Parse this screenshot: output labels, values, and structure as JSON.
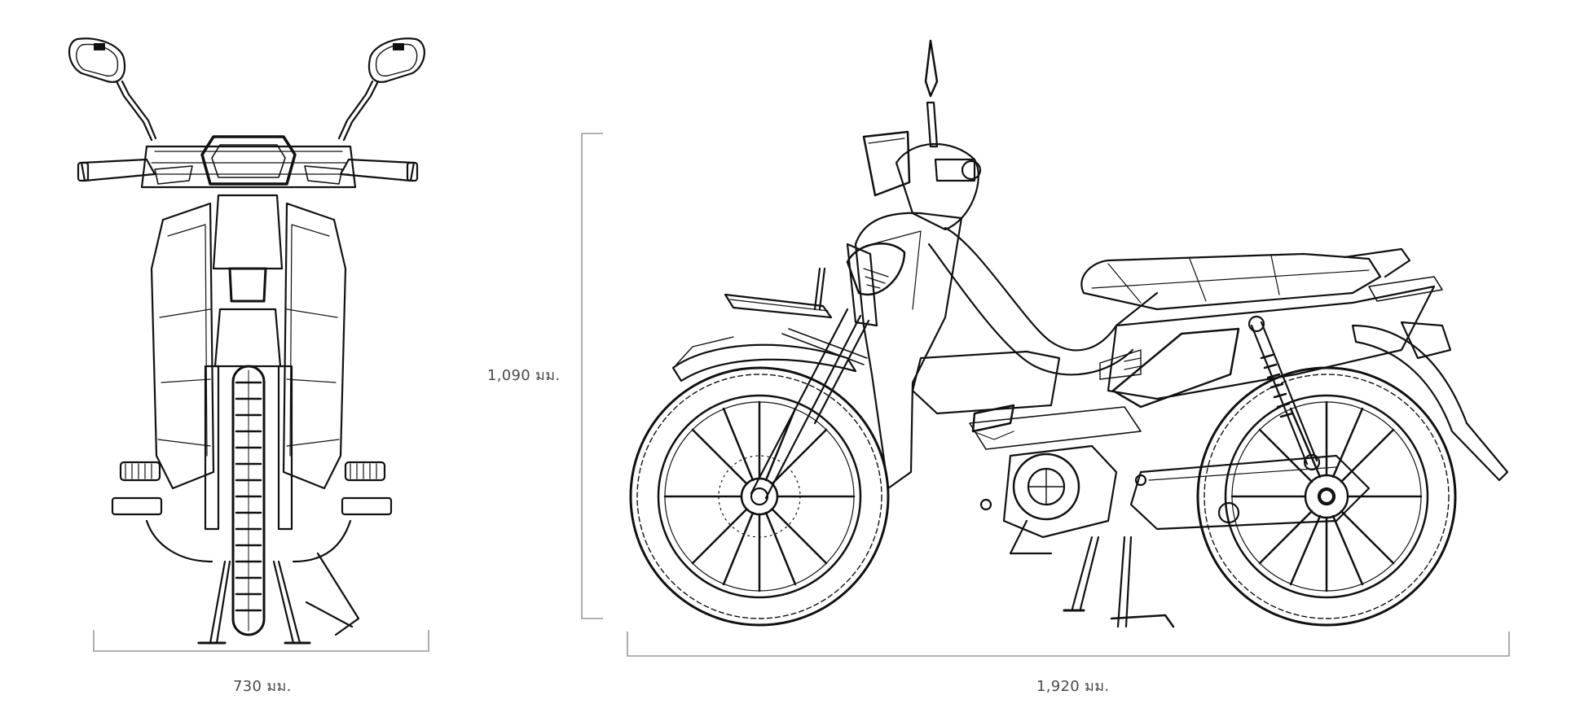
{
  "dimensions": {
    "width_label": "730 มม.",
    "length_label": "1,920 มม.",
    "height_label": "1,090 มม."
  },
  "colors": {
    "line": "#111111",
    "dimension_line": "#9a9a9a",
    "background": "#ffffff"
  }
}
